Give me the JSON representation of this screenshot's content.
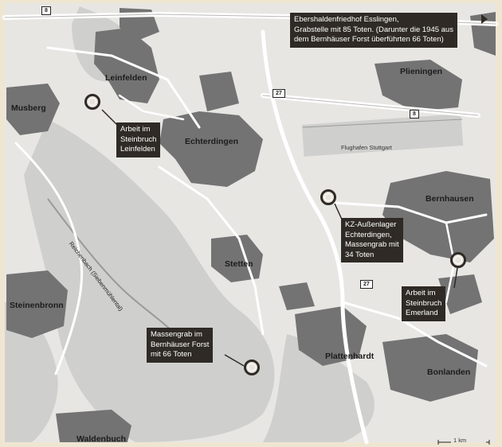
{
  "map": {
    "places": {
      "leinfelden": "Leinfelden",
      "musberg": "Musberg",
      "echterdingen": "Echterdingen",
      "plieningen": "Plieningen",
      "bernhausen": "Bernhausen",
      "stetten": "Stetten",
      "steinenbronn": "Steinenbronn",
      "plattenhardt": "Plattenhardt",
      "bonlanden": "Bonlanden",
      "waldenbuch": "Waldenbuch"
    },
    "small_labels": {
      "airport": "Flughafen Stuttgart",
      "river": "Reichenbach (Siebenmühlental)"
    },
    "roads": {
      "b27_north": "27",
      "b27_south": "27",
      "a8_west": "8",
      "a8_east": "8"
    },
    "callouts": {
      "friedhof": [
        "Ebershaldenfriedhof Esslingen,",
        "Grabstelle mit 85 Toten. (Darunter die 1945 aus",
        "dem Bernhäuser Forst überführten 66 Toten)"
      ],
      "leinfelden_quarry": [
        "Arbeit im",
        "Steinbruch",
        "Leinfelden"
      ],
      "kz_camp": [
        "KZ-Außenlager",
        "Echterdingen,",
        "Massengrab mit",
        "34 Toten"
      ],
      "emerland_quarry": [
        "Arbeit im",
        "Steinbruch",
        "Emerland"
      ],
      "forest_grave": [
        "Massengrab im",
        "Bernhäuser Forst",
        "mit 66 Toten"
      ]
    },
    "scale": "1 km",
    "colors": {
      "background": "#efe6d2",
      "map_base": "#e7e6e3",
      "forest": "#cfd0cd",
      "settlement": "#737373",
      "road": "#ffffff",
      "callout_bg": "#2f2a25",
      "callout_text": "#ffffff"
    }
  }
}
